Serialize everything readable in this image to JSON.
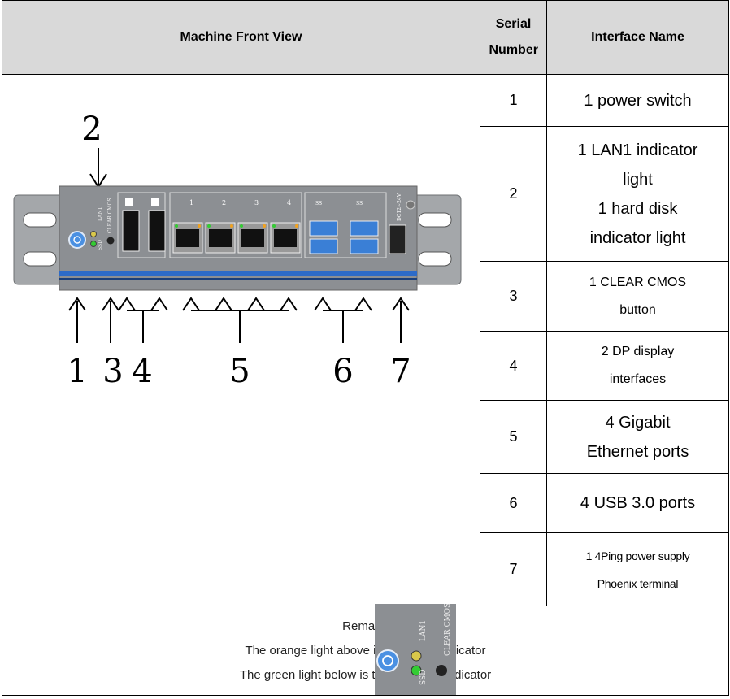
{
  "header": {
    "front_view": "Machine Front View",
    "serial": "Serial Number",
    "interface": "Interface Name"
  },
  "rows": [
    {
      "num": "1",
      "lines": [
        "1 power switch"
      ]
    },
    {
      "num": "2",
      "lines": [
        "1 LAN1 indicator",
        "light",
        "1 hard disk",
        "indicator light"
      ]
    },
    {
      "num": "3",
      "lines": [
        "1 CLEAR CMOS",
        "button"
      ]
    },
    {
      "num": "4",
      "lines": [
        "2 DP display",
        "interfaces"
      ]
    },
    {
      "num": "5",
      "lines": [
        "4 Gigabit",
        "Ethernet ports"
      ]
    },
    {
      "num": "6",
      "lines": [
        "4 USB 3.0 ports"
      ]
    },
    {
      "num": "7",
      "lines": [
        "1 4Ping power supply",
        "Phoenix terminal"
      ]
    }
  ],
  "figure": {
    "callouts": [
      "1",
      "2",
      "3",
      "4",
      "5",
      "6",
      "7"
    ],
    "panel_labels": {
      "lan1": "LAN1",
      "ssd": "SSD",
      "clear_cmos": "CLEAR CMOS",
      "dc": "DC12~24V",
      "ss": "SS",
      "port1": "1",
      "port2": "2",
      "port3": "3",
      "port4": "4"
    }
  },
  "remark": {
    "title": "Remark:",
    "line1": "The orange light above is the LAN1 indicator",
    "line2": "The green light below is the hard disk indicator"
  },
  "colors": {
    "chassis": "#8c8f93",
    "bracket": "#a4a7aa",
    "blue_stripe": "#2d6bc8",
    "usb_blue": "#3a7fd6",
    "orange_led": "#f2a21e",
    "green_led": "#33cc33",
    "power_button": "#4a90e2",
    "header_bg": "#d9d9d9"
  }
}
